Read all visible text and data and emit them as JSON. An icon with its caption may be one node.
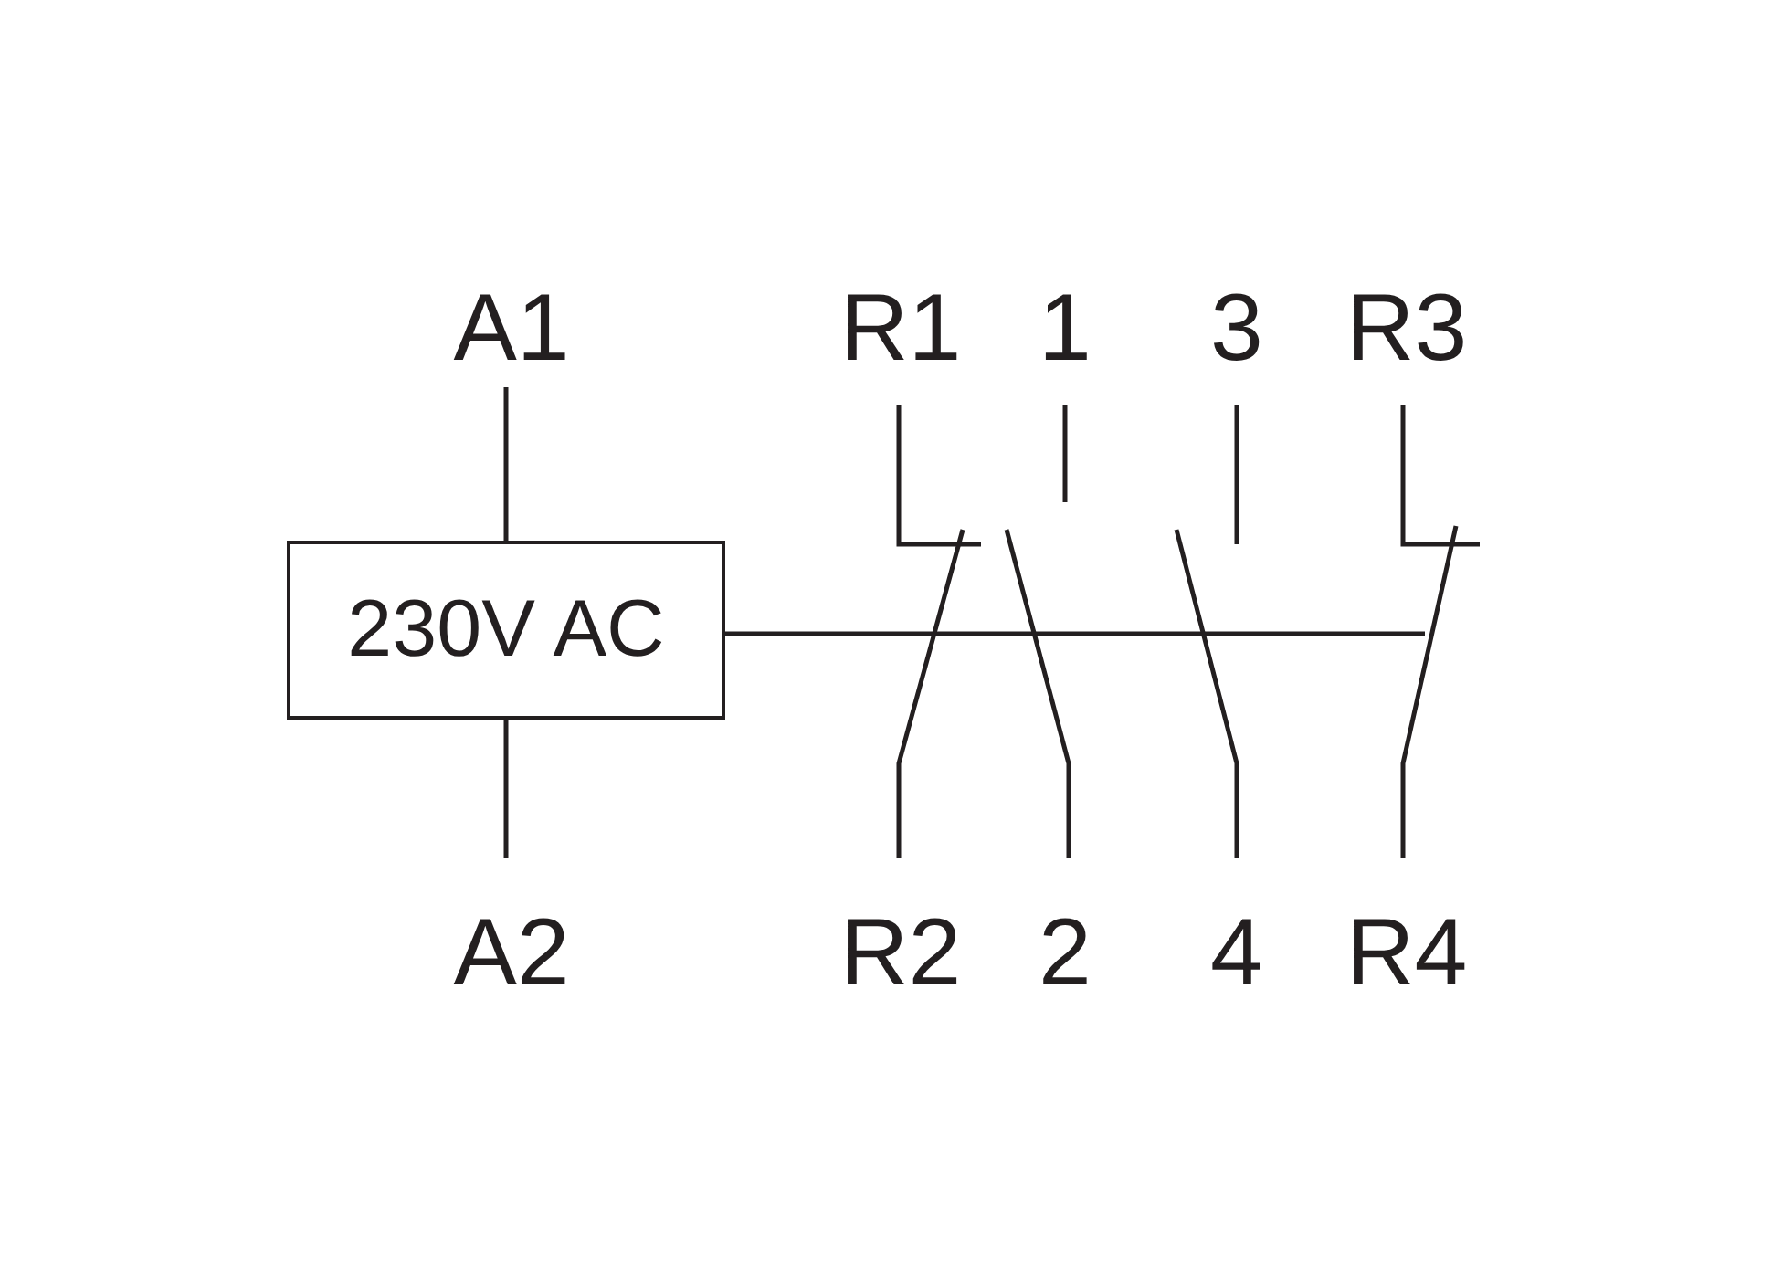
{
  "diagram": {
    "nodes": [
      {
        "text": [
          "A1"
        ]
      },
      {
        "text": [
          "230V AC"
        ]
      },
      {
        "text": [
          "A2"
        ]
      }
    ],
    "edges": [
      {
        "from": 0,
        "to": 1,
        "arrow": "none"
      },
      {
        "from": 1,
        "to": 2,
        "arrow": "none"
      }
    ],
    "labels": [
      "R1",
      "1",
      "3",
      "R3",
      "R2",
      "2",
      "4",
      "R4"
    ]
  }
}
